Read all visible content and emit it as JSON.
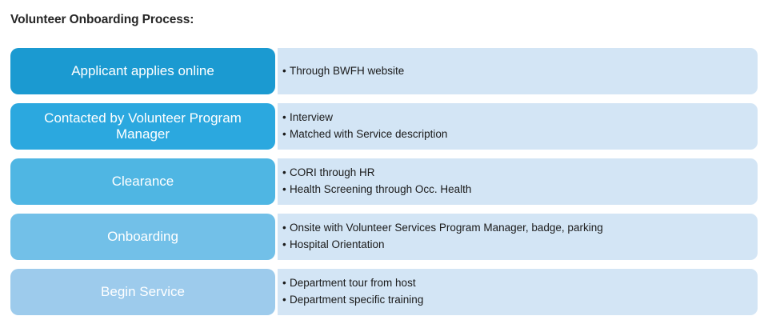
{
  "page_title": "Volunteer Onboarding Process:",
  "colors": {
    "stage_1": "#1b9ad1",
    "stage_2": "#2ba8df",
    "stage_3": "#4fb6e3",
    "stage_4": "#72c0e8",
    "stage_5": "#9dcbec",
    "detail_panel_background": "#d3e5f5",
    "stage_label_text": "#ffffff",
    "detail_text": "#1a1a1a",
    "title_text": "#262626"
  },
  "bullet_glyph": "•",
  "process": {
    "steps": [
      {
        "stage": "Applicant applies online",
        "details": [
          "Through BWFH website"
        ]
      },
      {
        "stage": "Contacted by Volunteer Program Manager",
        "details": [
          "Interview",
          "Matched with Service description"
        ]
      },
      {
        "stage": "Clearance",
        "details": [
          "CORI through HR",
          "Health Screening through Occ. Health"
        ]
      },
      {
        "stage": "Onboarding",
        "details": [
          "Onsite with Volunteer Services Program Manager, badge, parking",
          "Hospital Orientation"
        ]
      },
      {
        "stage": "Begin Service",
        "details": [
          "Department tour from host",
          "Department specific training"
        ]
      }
    ]
  }
}
